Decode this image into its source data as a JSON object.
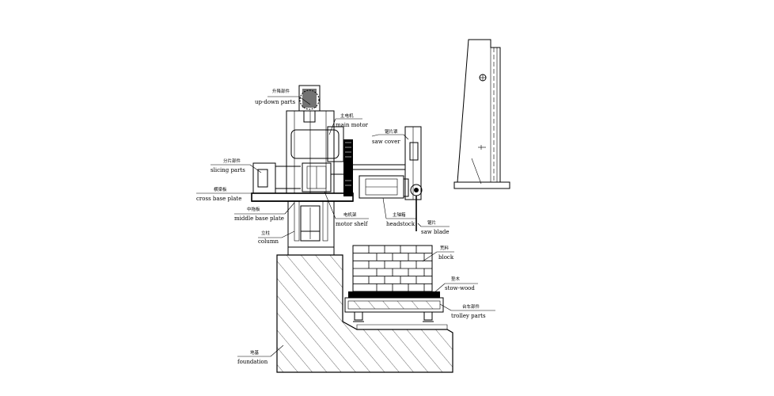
{
  "labels": {
    "up_down": {
      "zh": "升降部件",
      "en": "up-down parts"
    },
    "main_motor": {
      "zh": "主电机",
      "en": "main motor"
    },
    "saw_cover": {
      "zh": "锯片罩",
      "en": "saw cover"
    },
    "slicing": {
      "zh": "分片部件",
      "en": "slicing parts"
    },
    "cross_base": {
      "zh": "横梁板",
      "en": "cross base plate"
    },
    "middle_base": {
      "zh": "中拖板",
      "en": "middle base plate"
    },
    "motor_shelf": {
      "zh": "电机架",
      "en": "motor shelf"
    },
    "headstock": {
      "zh": "主轴箱",
      "en": "headstock"
    },
    "saw_blade": {
      "zh": "锯片",
      "en": "saw blade"
    },
    "column": {
      "zh": "立柱",
      "en": "column"
    },
    "block": {
      "zh": "荒料",
      "en": "block"
    },
    "stow_wood": {
      "zh": "垫木",
      "en": "stow-wood"
    },
    "trolley": {
      "zh": "台车部件",
      "en": "trolley parts"
    },
    "foundation": {
      "zh": "地基",
      "en": "foundation"
    }
  }
}
